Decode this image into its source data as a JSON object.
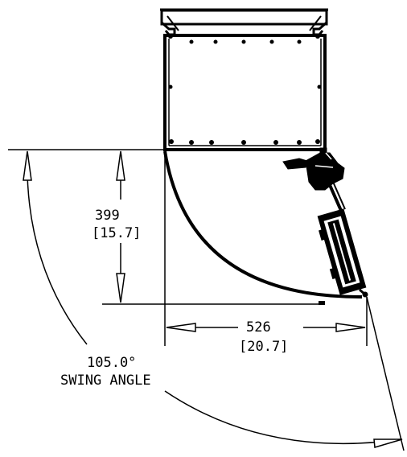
{
  "diagram": {
    "vertical_dimension": {
      "value": "399",
      "inches": "[15.7]"
    },
    "horizontal_dimension": {
      "value": "526",
      "inches": "[20.7]"
    },
    "swing": {
      "angle": "105.0°",
      "label": "SWING ANGLE"
    }
  },
  "colors": {
    "line": "#000000",
    "background": "#ffffff"
  }
}
